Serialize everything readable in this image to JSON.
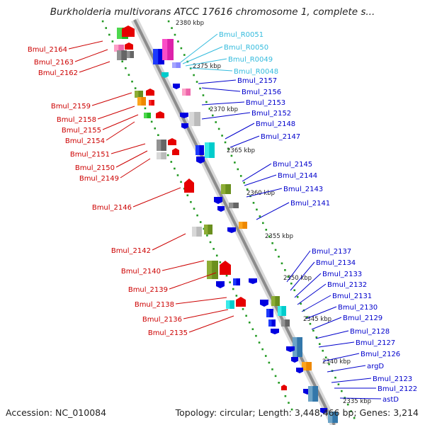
{
  "title": "Burkholderia multivorans ATCC 17616 chromosome 1, complete s...",
  "footer": {
    "accession": "Accession: NC_010084",
    "summary": "Topology: circular; Length: 3,448,466 bp; Genes: 3,214"
  },
  "colors": {
    "backbone": "#8c8c8c",
    "tick": "#229922",
    "label_left": "#cc0000",
    "label_right": "#0000cc",
    "label_rna": "#33bbdd",
    "bp_label": "#222222"
  },
  "bp_ticks": [
    "2380 kbp",
    "2375 kbp",
    "2370 kbp",
    "2365 kbp",
    "2360 kbp",
    "2355 kbp",
    "2350 kbp",
    "2345 kbp",
    "2340 kbp",
    "2335 kbp"
  ],
  "left_labels": [
    "Bmul_2164",
    "Bmul_2163",
    "Bmul_2162",
    "Bmul_2159",
    "Bmul_2158",
    "Bmul_2155",
    "Bmul_2154",
    "Bmul_2151",
    "Bmul_2150",
    "Bmul_2149",
    "Bmul_2146",
    "Bmul_2142",
    "Bmul_2140",
    "Bmul_2139",
    "Bmul_2138",
    "Bmul_2136",
    "Bmul_2135"
  ],
  "right_labels": [
    {
      "text": "Bmul_R0051",
      "kind": "rna"
    },
    {
      "text": "Bmul_R0050",
      "kind": "rna"
    },
    {
      "text": "Bmul_R0049",
      "kind": "rna"
    },
    {
      "text": "Bmul_R0048",
      "kind": "rna"
    },
    {
      "text": "Bmul_2157",
      "kind": "cds"
    },
    {
      "text": "Bmul_2156",
      "kind": "cds"
    },
    {
      "text": "Bmul_2153",
      "kind": "cds"
    },
    {
      "text": "Bmul_2152",
      "kind": "cds"
    },
    {
      "text": "Bmul_2148",
      "kind": "cds"
    },
    {
      "text": "Bmul_2147",
      "kind": "cds"
    },
    {
      "text": "Bmul_2145",
      "kind": "cds"
    },
    {
      "text": "Bmul_2144",
      "kind": "cds"
    },
    {
      "text": "Bmul_2143",
      "kind": "cds"
    },
    {
      "text": "Bmul_2141",
      "kind": "cds"
    },
    {
      "text": "Bmul_2137",
      "kind": "cds"
    },
    {
      "text": "Bmul_2134",
      "kind": "cds"
    },
    {
      "text": "Bmul_2133",
      "kind": "cds"
    },
    {
      "text": "Bmul_2132",
      "kind": "cds"
    },
    {
      "text": "Bmul_2131",
      "kind": "cds"
    },
    {
      "text": "Bmul_2130",
      "kind": "cds"
    },
    {
      "text": "Bmul_2129",
      "kind": "cds"
    },
    {
      "text": "Bmul_2128",
      "kind": "cds"
    },
    {
      "text": "Bmul_2127",
      "kind": "cds"
    },
    {
      "text": "Bmul_2126",
      "kind": "cds"
    },
    {
      "text": "argD",
      "kind": "cds"
    },
    {
      "text": "Bmul_2123",
      "kind": "cds"
    },
    {
      "text": "Bmul_2122",
      "kind": "cds"
    },
    {
      "text": "astD",
      "kind": "cds"
    }
  ]
}
